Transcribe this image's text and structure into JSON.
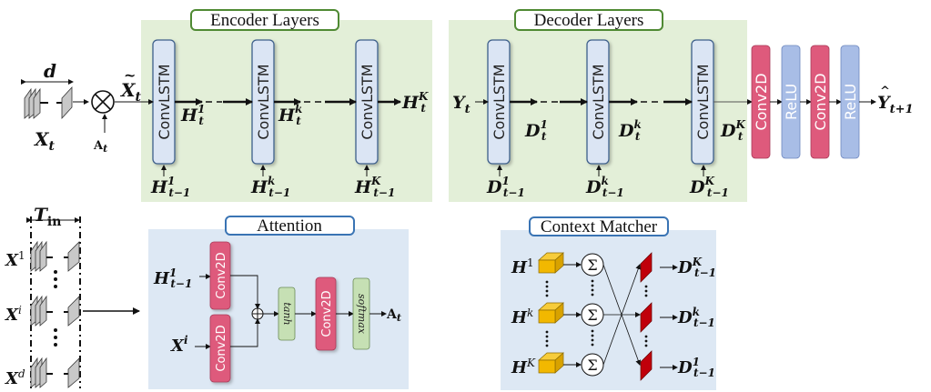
{
  "encoder": {
    "title": "Encoder Layers",
    "block_label": "ConvLSTM",
    "input": {
      "main": "X",
      "tilde": "~",
      "sub": "t"
    },
    "outputs": [
      {
        "main": "H",
        "sup": "1",
        "sub": "t"
      },
      {
        "main": "H",
        "sup": "k",
        "sub": "t"
      },
      {
        "main": "H",
        "sup": "K",
        "sub": "t"
      }
    ],
    "states": [
      {
        "main": "H",
        "sup": "1",
        "sub": "t−1"
      },
      {
        "main": "H",
        "sup": "k",
        "sub": "t−1"
      },
      {
        "main": "H",
        "sup": "K",
        "sub": "t−1"
      }
    ]
  },
  "decoder": {
    "title": "Decoder Layers",
    "block_label": "ConvLSTM",
    "input": {
      "main": "Y",
      "sub": "t"
    },
    "outputs": [
      {
        "main": "D",
        "sup": "1",
        "sub": "t"
      },
      {
        "main": "D",
        "sup": "k",
        "sub": "t"
      },
      {
        "main": "D",
        "sup": "K",
        "sub": "t"
      }
    ],
    "states": [
      {
        "main": "D",
        "sup": "1",
        "sub": "t−1"
      },
      {
        "main": "D",
        "sup": "k",
        "sub": "t−1"
      },
      {
        "main": "D",
        "sup": "K",
        "sub": "t−1"
      }
    ],
    "head_blocks": [
      "Conv2D",
      "ReLU",
      "Conv2D",
      "ReLU"
    ],
    "final_output": {
      "main": "Y",
      "hat": "^",
      "sub": "t+1"
    }
  },
  "input_stack": {
    "width_label": "d",
    "label": {
      "main": "X",
      "sub": "t"
    },
    "attention_weight": {
      "main": "A",
      "sub": "t"
    }
  },
  "time_window": {
    "label": {
      "main": "T",
      "sub": "in"
    },
    "rows": [
      {
        "main": "X",
        "sup": "1"
      },
      {
        "main": "X",
        "sup": "i"
      },
      {
        "main": "X",
        "sup": "d"
      }
    ]
  },
  "attention": {
    "title": "Attention",
    "input_h": {
      "main": "H",
      "sup": "1",
      "sub": "t−1"
    },
    "input_x": {
      "main": "X",
      "sup": "i"
    },
    "conv_label": "Conv2D",
    "tanh_label": "tanh",
    "softmax_label": "softmax",
    "output": {
      "main": "A",
      "sub": "t"
    }
  },
  "context_matcher": {
    "title": "Context Matcher",
    "sum_symbol": "Σ",
    "inputs": [
      {
        "main": "H",
        "sup": "1"
      },
      {
        "main": "H",
        "sup": "k"
      },
      {
        "main": "H",
        "sup": "K"
      }
    ],
    "outputs": [
      {
        "main": "D",
        "sup": "K",
        "sub": "t−1"
      },
      {
        "main": "D",
        "sup": "k",
        "sub": "t−1"
      },
      {
        "main": "D",
        "sup": "1",
        "sub": "t−1"
      }
    ]
  },
  "colors": {
    "encoder_bg": "#e3efd8",
    "decoder_bg": "#e3efd8",
    "attention_bg": "#dde8f4",
    "title_border_green": "#4f8a33",
    "title_border_blue": "#3a74b4",
    "convlstm_fill": "#dbe5f4",
    "convlstm_border": "#3e5f8a",
    "conv2d_fill": "#de5a7c",
    "relu_fill": "#a8bde6",
    "tanh_fill": "#c6e0b4",
    "cube_fill": "#f2b800",
    "plane_fill": "#c0000b",
    "frame_fill": "#c8c8c8"
  }
}
